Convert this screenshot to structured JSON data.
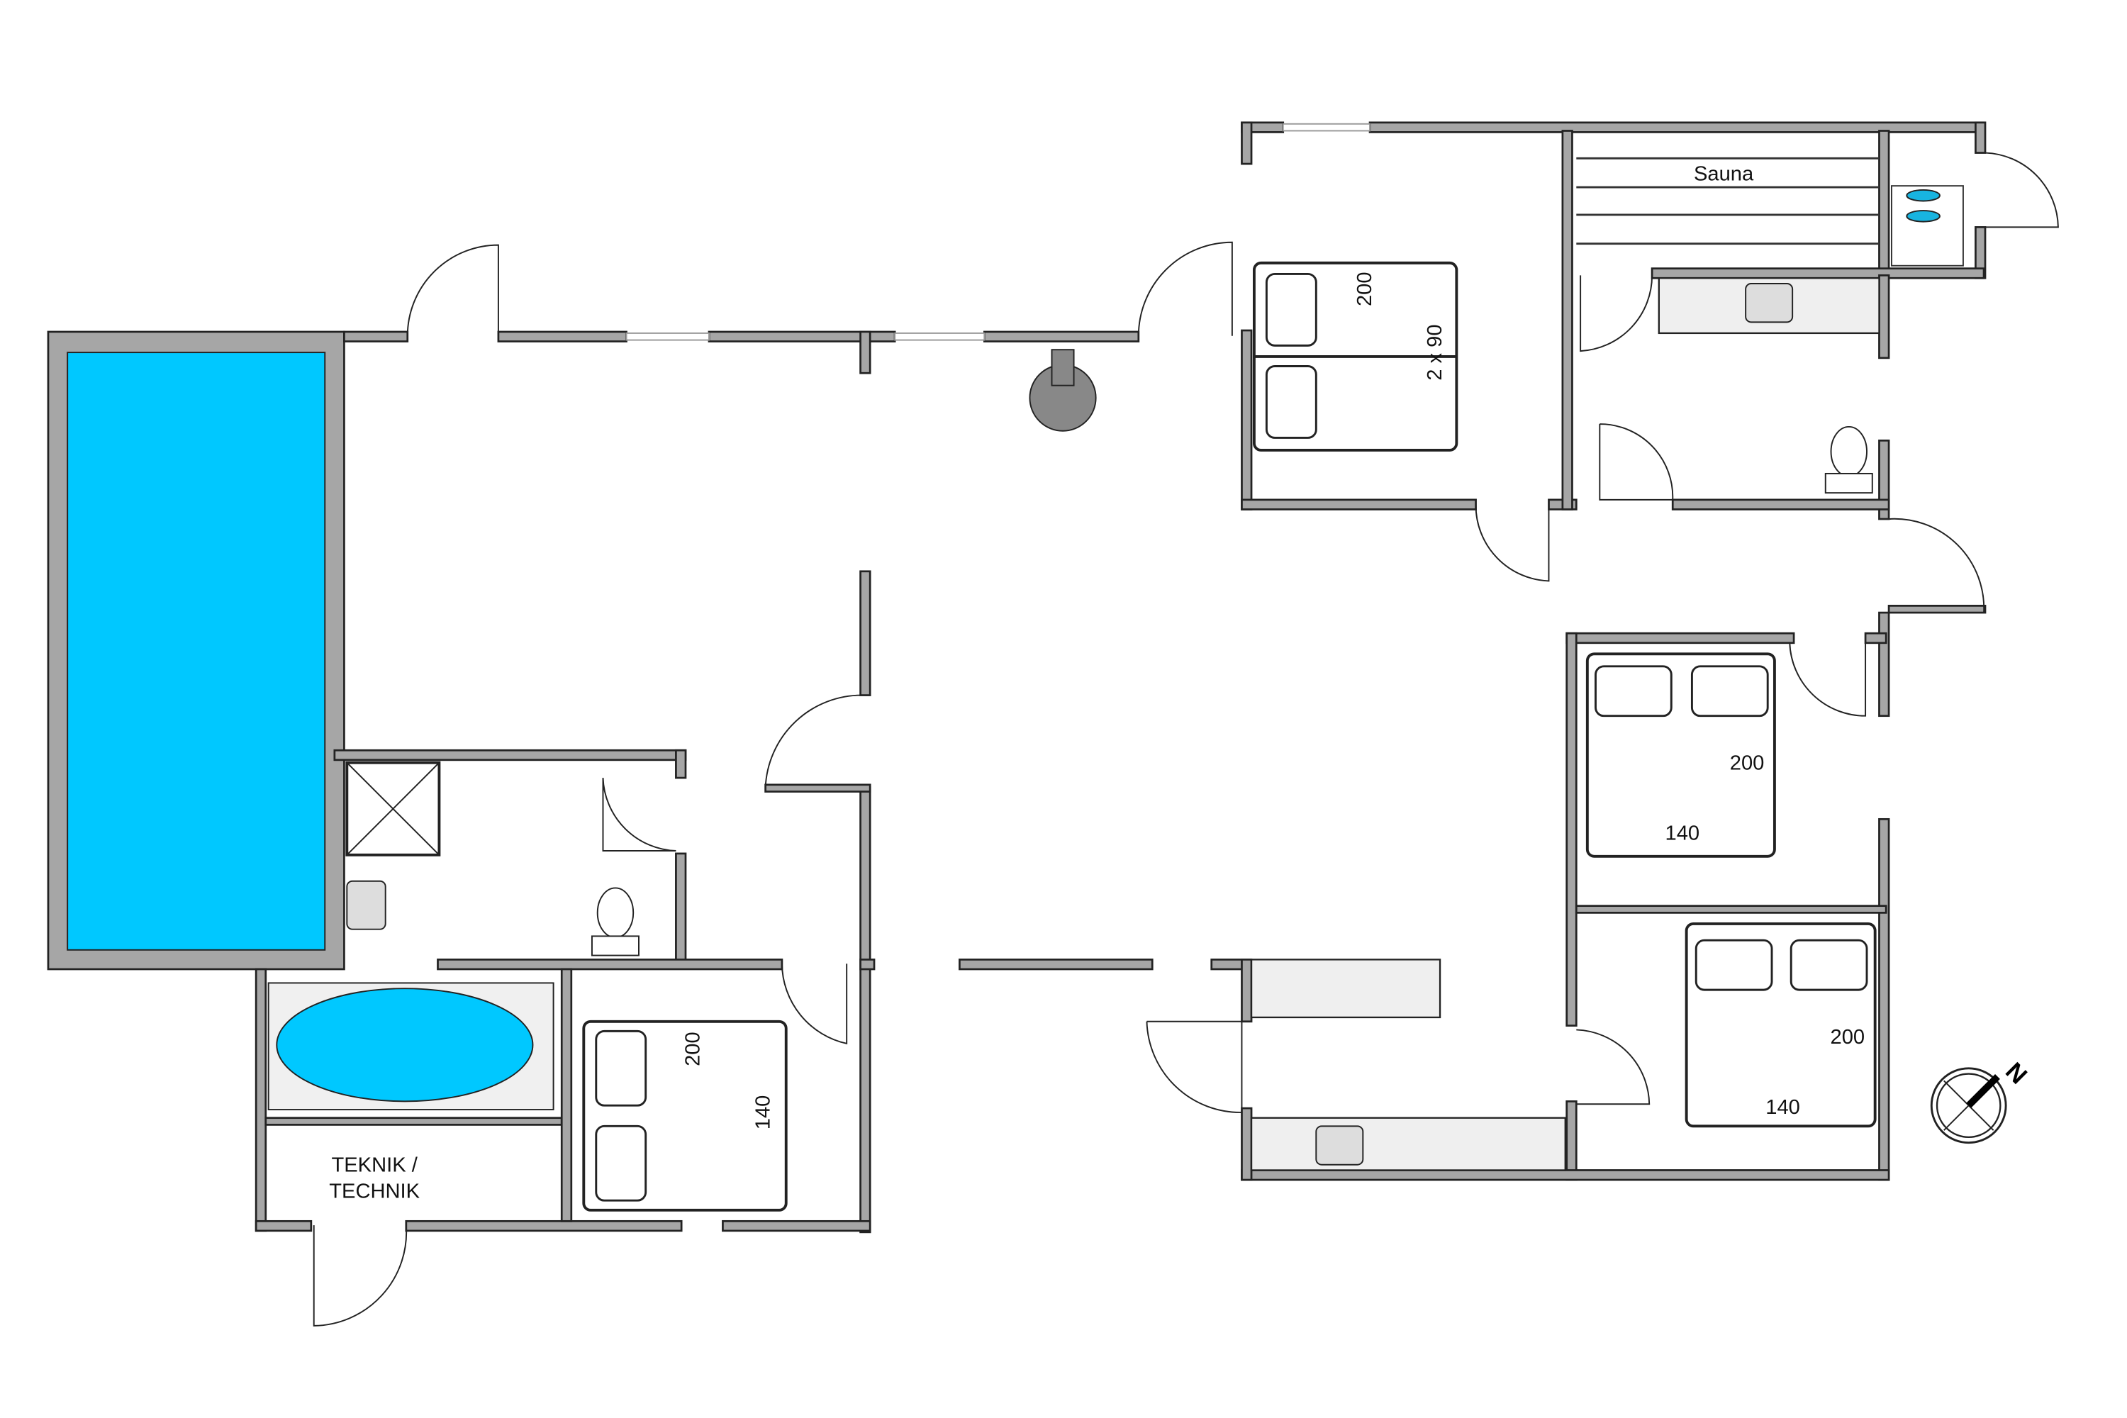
{
  "rooms": {
    "sauna": "Sauna",
    "technik_line1": "TEKNIK /",
    "technik_line2": "TECHNIK"
  },
  "beds": [
    {
      "length": "200",
      "width": "2 x 90"
    },
    {
      "length": "200",
      "width": "140"
    },
    {
      "length": "200",
      "width": "140"
    },
    {
      "length": "200",
      "width": "140"
    }
  ],
  "compass": {
    "north_label": "N"
  },
  "colors": {
    "pool": "#00c8ff",
    "wall": "#a6a6a6",
    "counter": "#efefef"
  }
}
